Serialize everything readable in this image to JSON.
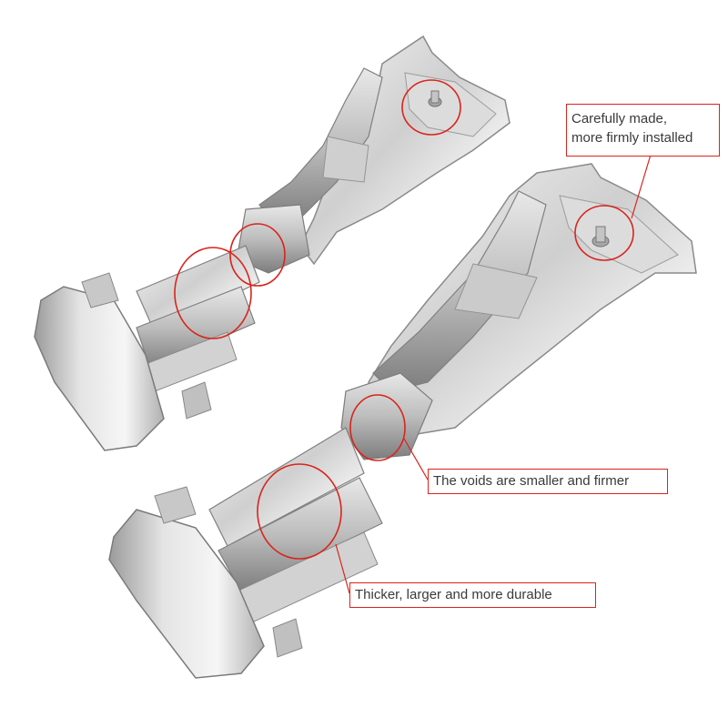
{
  "callouts": {
    "firmly_installed": {
      "line1": "Carefully made,",
      "line2": "more firmly installed"
    },
    "voids": {
      "text": "The voids are smaller and firmer"
    },
    "durable": {
      "text": "Thicker, larger and more durable"
    }
  },
  "colors": {
    "accent": "#d9241c",
    "metal_light": "#eeeeee",
    "metal_mid": "#c9c9c9",
    "metal_dark": "#8e8e8e"
  }
}
